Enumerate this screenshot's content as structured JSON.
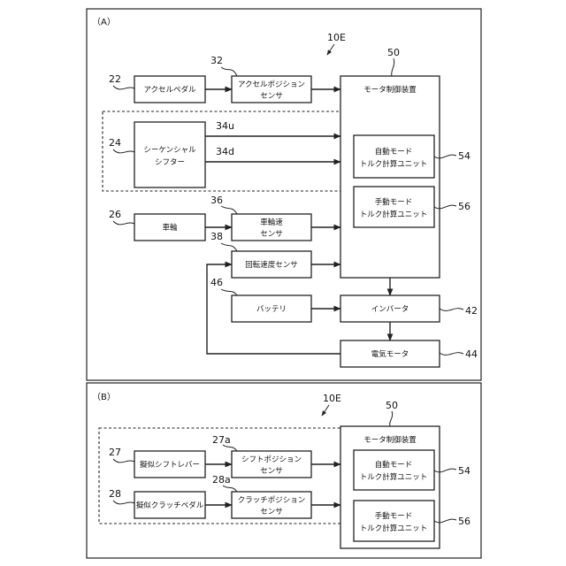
{
  "panel_a": {
    "label": "（A）",
    "figure_ref": "10E",
    "controller": {
      "ref": "50",
      "title": "モータ制御装置"
    },
    "auto_unit": {
      "ref": "54",
      "line1": "自動モード",
      "line2": "トルク計算ユニット"
    },
    "manual_unit": {
      "ref": "56",
      "line1": "手動モード",
      "line2": "トルク計算ユニット"
    },
    "accel_pedal": {
      "ref": "22",
      "label": "アクセルペダル"
    },
    "accel_sensor": {
      "ref": "32",
      "line1": "アクセルポジション",
      "line2": "センサ"
    },
    "shifter": {
      "ref": "24",
      "line1": "シーケンシャル",
      "line2": "シフター"
    },
    "shift_up_ref": "34u",
    "shift_down_ref": "34d",
    "wheel": {
      "ref": "26",
      "label": "車輪"
    },
    "wheel_sensor": {
      "ref": "36",
      "line1": "車輪速",
      "line2": "センサ"
    },
    "rot_sensor": {
      "ref": "38",
      "label": "回転速度センサ"
    },
    "battery": {
      "ref": "46",
      "label": "バッテリ"
    },
    "inverter": {
      "ref": "42",
      "label": "インバータ"
    },
    "motor": {
      "ref": "44",
      "label": "電気モータ"
    }
  },
  "panel_b": {
    "label": "（B）",
    "figure_ref": "10E",
    "controller": {
      "ref": "50",
      "title": "モータ制御装置"
    },
    "auto_unit": {
      "ref": "54",
      "line1": "自動モード",
      "line2": "トルク計算ユニット"
    },
    "manual_unit": {
      "ref": "56",
      "line1": "手動モード",
      "line2": "トルク計算ユニット"
    },
    "pseudo_shift_lever": {
      "ref": "27",
      "label": "擬似シフトレバー"
    },
    "shift_pos_sensor": {
      "ref": "27a",
      "line1": "シフトポジション",
      "line2": "センサ"
    },
    "pseudo_clutch_pedal": {
      "ref": "28",
      "label": "擬似クラッチペダル"
    },
    "clutch_pos_sensor": {
      "ref": "28a",
      "line1": "クラッチポジション",
      "line2": "センサ"
    }
  }
}
